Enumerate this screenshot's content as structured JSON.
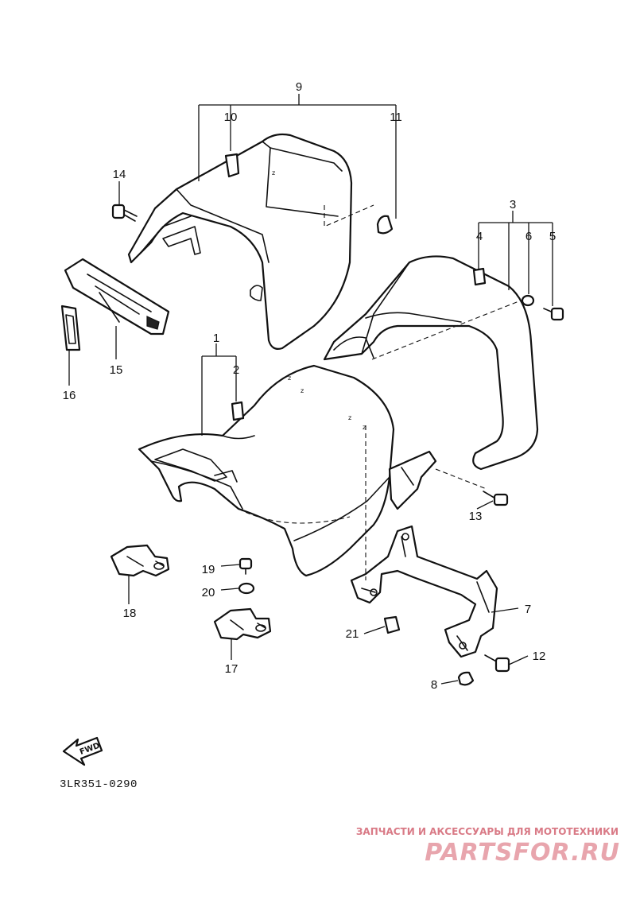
{
  "diagram": {
    "code": "3LR351-0290",
    "direction_label": "FWD"
  },
  "callouts": [
    {
      "id": "c1",
      "label": "1"
    },
    {
      "id": "c2",
      "label": "2"
    },
    {
      "id": "c3",
      "label": "3"
    },
    {
      "id": "c4",
      "label": "4"
    },
    {
      "id": "c5",
      "label": "5"
    },
    {
      "id": "c6",
      "label": "6"
    },
    {
      "id": "c7",
      "label": "7"
    },
    {
      "id": "c8",
      "label": "8"
    },
    {
      "id": "c9",
      "label": "9"
    },
    {
      "id": "c10",
      "label": "10"
    },
    {
      "id": "c11",
      "label": "11"
    },
    {
      "id": "c12",
      "label": "12"
    },
    {
      "id": "c13",
      "label": "13"
    },
    {
      "id": "c14",
      "label": "14"
    },
    {
      "id": "c15",
      "label": "15"
    },
    {
      "id": "c16",
      "label": "16"
    },
    {
      "id": "c17",
      "label": "17"
    },
    {
      "id": "c18",
      "label": "18"
    },
    {
      "id": "c19",
      "label": "19"
    },
    {
      "id": "c20",
      "label": "20"
    },
    {
      "id": "c21",
      "label": "21"
    }
  ],
  "watermark": {
    "tagline": "ЗАПЧАСТИ И АКСЕССУАРЫ ДЛЯ МОТОТЕХНИКИ",
    "logo": "PARTSFOR.RU"
  }
}
